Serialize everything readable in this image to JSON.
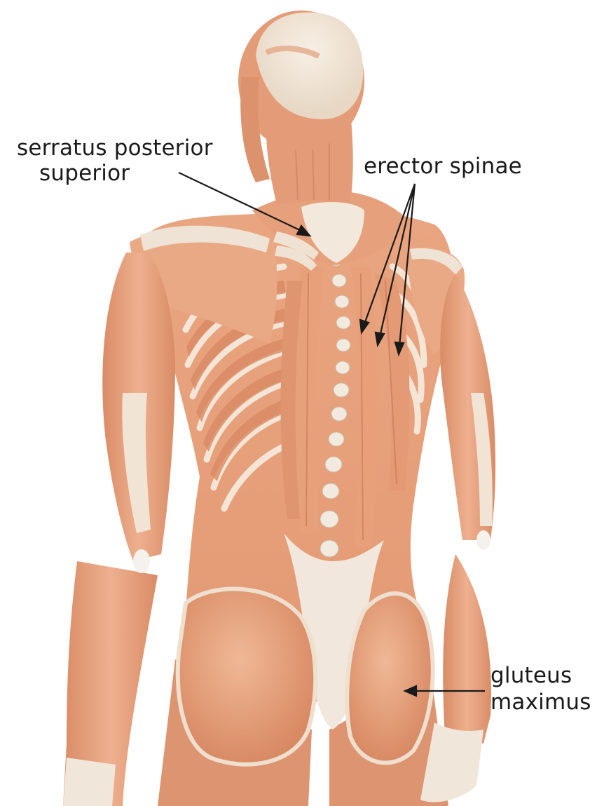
{
  "labels": {
    "serratus_line1": "serratus posterior",
    "serratus_line2": "superior",
    "erector_spinae": "erector spinae",
    "gluteus_line1": "gluteus",
    "gluteus_line2": "maximus"
  },
  "colors": {
    "background": "#ffffff",
    "muscle": "#e8a27e",
    "muscle_dark": "#c97a55",
    "muscle_light": "#f3c5a8",
    "tendon": "#f1e6da",
    "bone": "#efe7dc",
    "arrow": "#1a1a1a",
    "text": "#1a1a1a"
  }
}
